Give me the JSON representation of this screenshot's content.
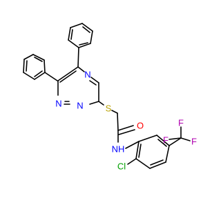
{
  "molecule": {
    "atoms": {
      "N4": {
        "label": "N",
        "color": "#0000ff"
      },
      "N2": {
        "label": "N",
        "color": "#0000ff"
      },
      "N1": {
        "label": "N",
        "color": "#0000ff"
      },
      "S": {
        "label": "S",
        "color": "#b8a000"
      },
      "O": {
        "label": "O",
        "color": "#ff0000"
      },
      "NH": {
        "label": "NH",
        "color": "#0000ff"
      },
      "Cl": {
        "label": "Cl",
        "color": "#00a000"
      },
      "F1": {
        "label": "F",
        "color": "#b000b0"
      },
      "F2": {
        "label": "F",
        "color": "#b000b0"
      },
      "F3": {
        "label": "F",
        "color": "#b000b0"
      }
    }
  }
}
